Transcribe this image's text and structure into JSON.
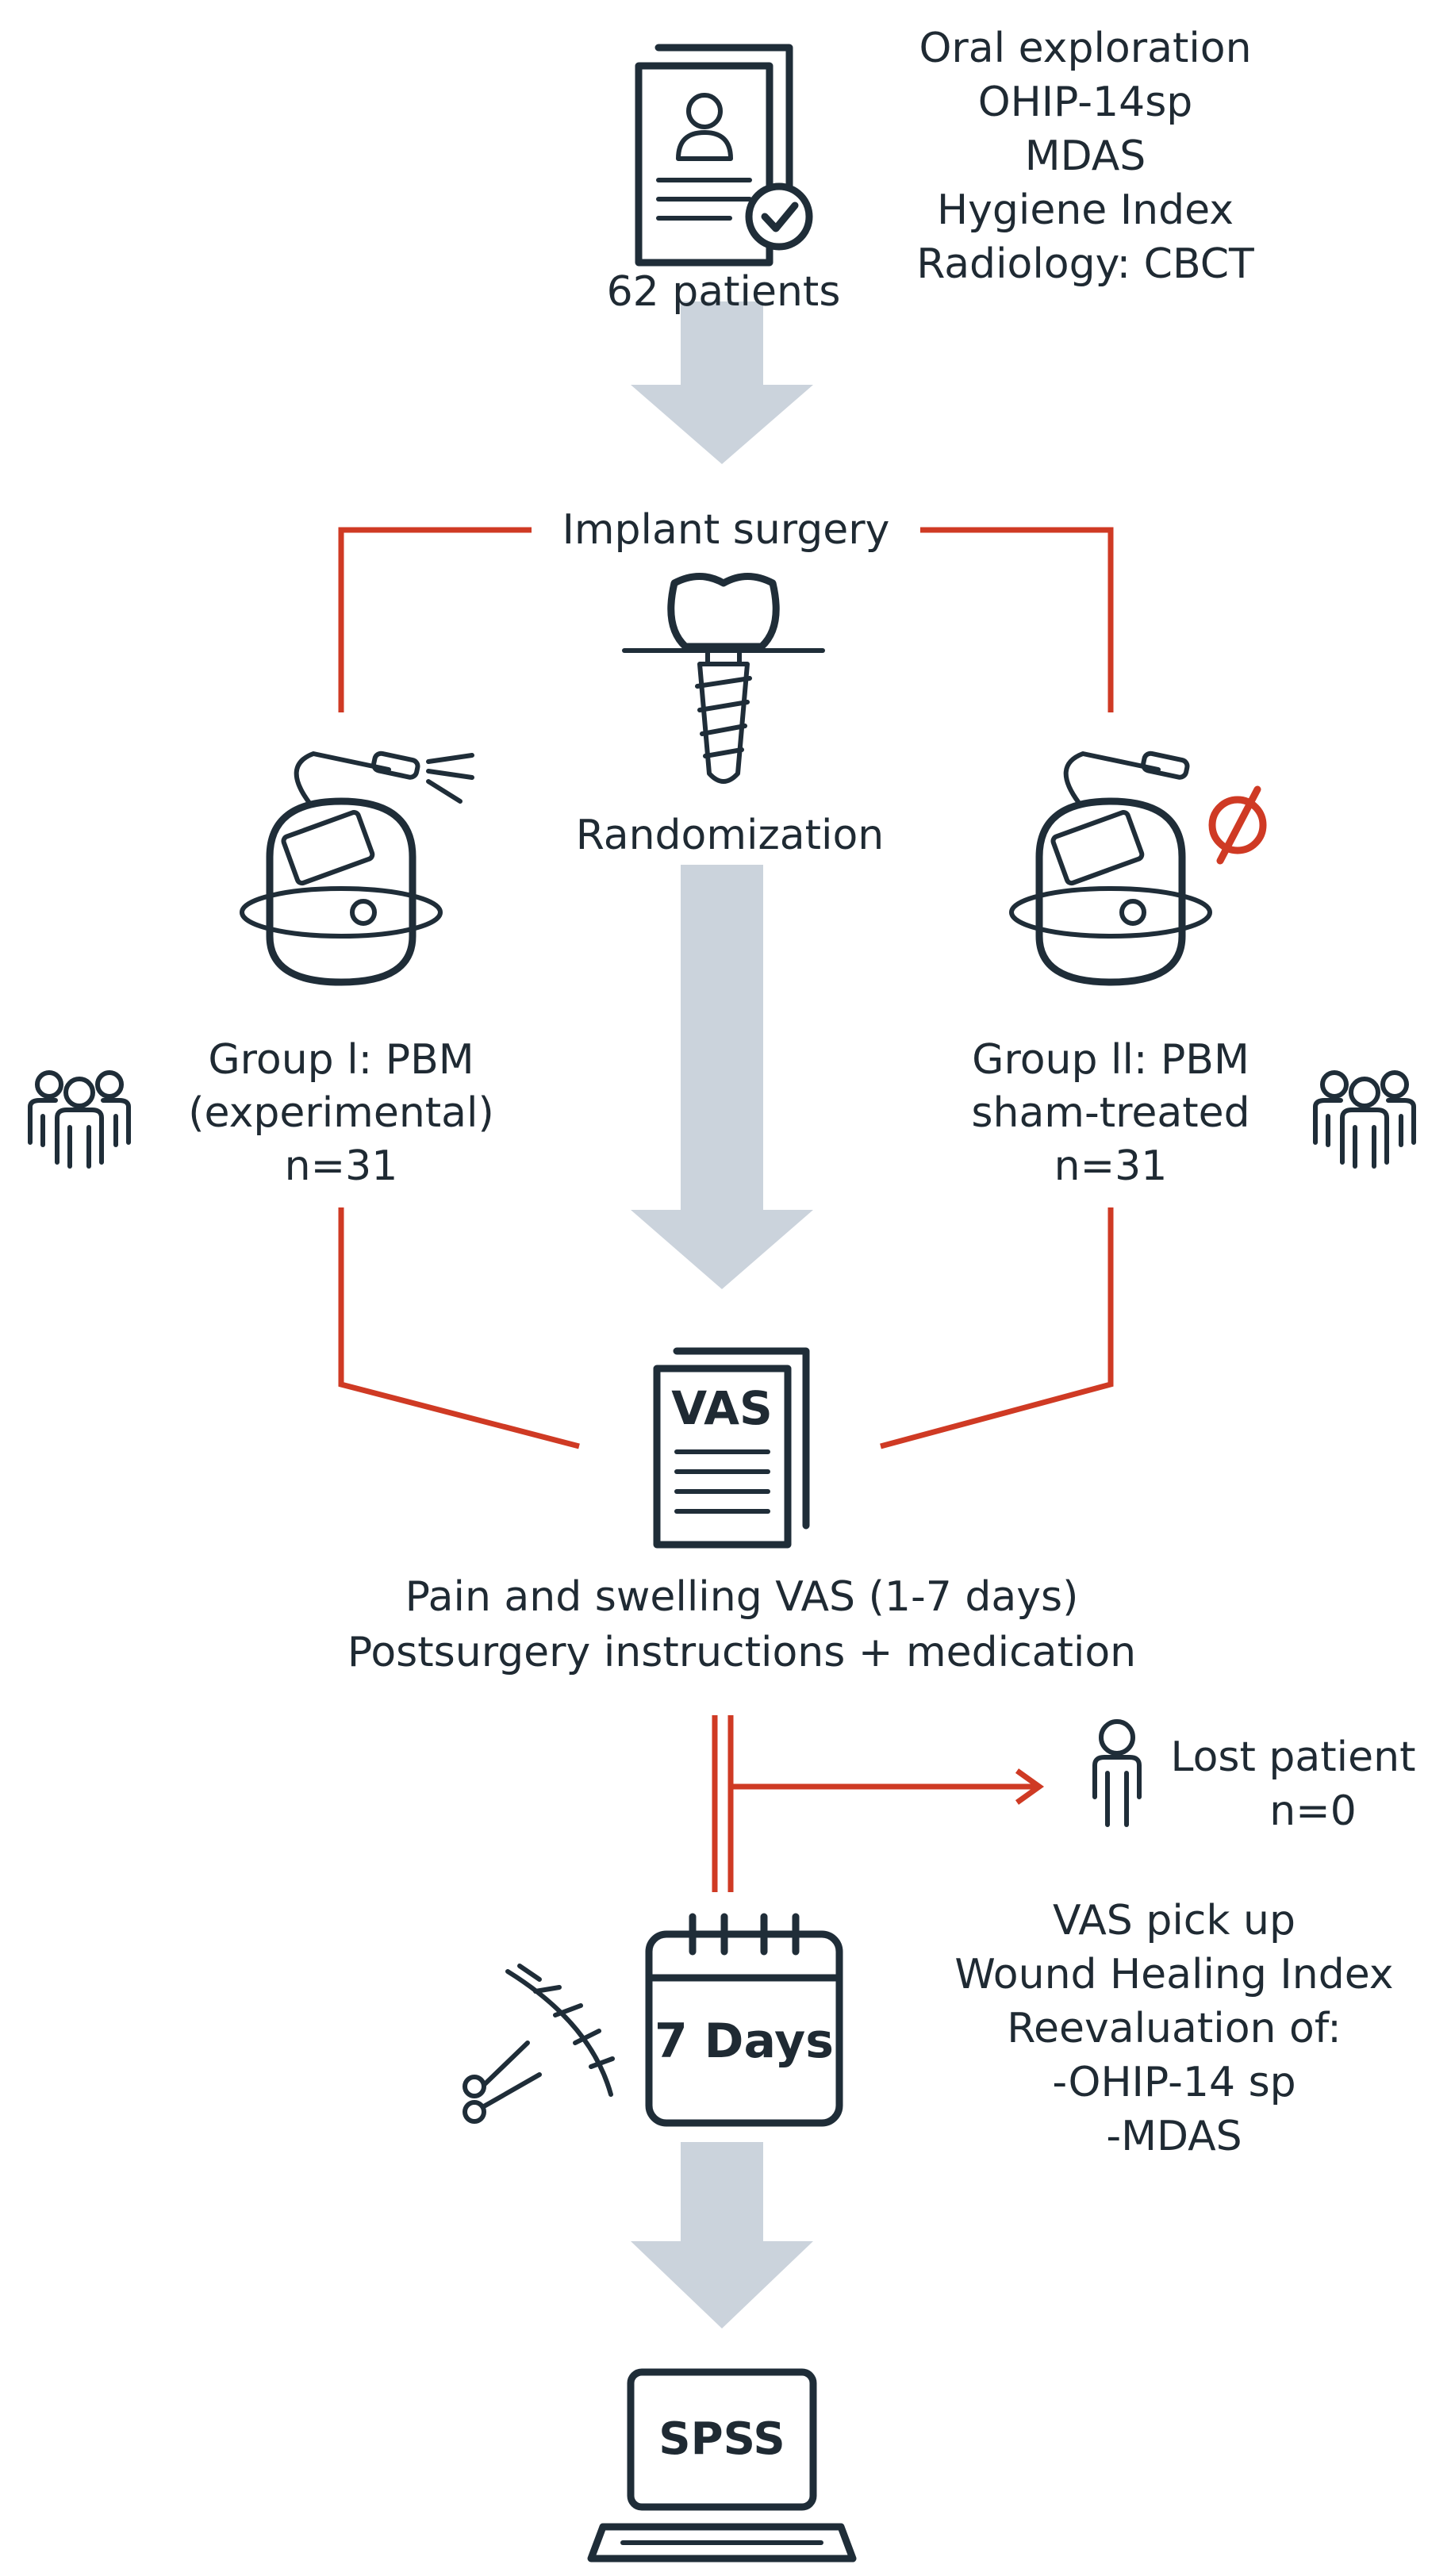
{
  "colors": {
    "connector": "#cf3a24",
    "flow_arrow": "#cbd3dc",
    "icon_ink": "#1f2d38",
    "text": "#1f2a33"
  },
  "enrollment": {
    "patients": "62 patients",
    "assessments": [
      "Oral exploration",
      "OHIP-14sp",
      "MDAS",
      "Hygiene Index",
      "Radiology: CBCT"
    ]
  },
  "surgery": {
    "label": "Implant surgery",
    "randomization": "Randomization"
  },
  "groups": [
    {
      "lines": [
        "Group l: PBM",
        "(experimental)",
        "n=31"
      ]
    },
    {
      "lines": [
        "Group ll: PBM",
        "sham-treated",
        "n=31"
      ]
    }
  ],
  "vas": {
    "doc_label": "VAS",
    "lines": [
      "Pain and swelling VAS (1-7 days)",
      "Postsurgery instructions + medication"
    ]
  },
  "lost": {
    "lines": [
      "Lost patient",
      "n=0"
    ]
  },
  "followup": {
    "calendar_label": "7 Days",
    "lines": [
      "VAS pick up",
      "Wound Healing Index",
      "Reevaluation of:",
      "-OHIP-14 sp",
      "-MDAS"
    ]
  },
  "analysis": {
    "laptop_label": "SPSS"
  },
  "icons": [
    "patient-record-icon",
    "dental-implant-icon",
    "laser-device-icon",
    "laser-off-icon",
    "group-people-icon",
    "vas-document-icon",
    "person-icon",
    "calendar-icon",
    "sutures-scissors-icon",
    "laptop-icon"
  ]
}
